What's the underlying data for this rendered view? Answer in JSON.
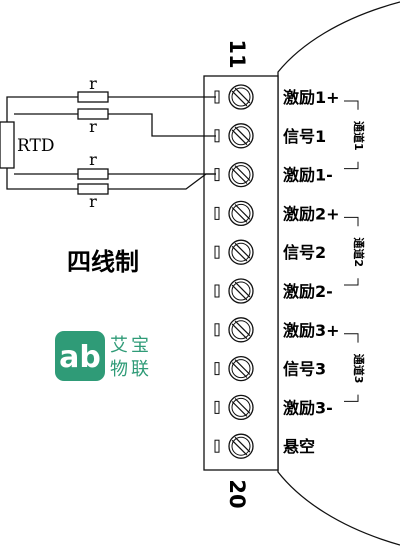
{
  "diagram": {
    "title": "四线制",
    "rtd_label": "RTD",
    "resistor_label": "r",
    "pin_top": "11",
    "pin_bottom": "20",
    "terminals": [
      {
        "label": "激励1+"
      },
      {
        "label": "信号1"
      },
      {
        "label": "激励1-"
      },
      {
        "label": "激励2+"
      },
      {
        "label": "信号2"
      },
      {
        "label": "激励2-"
      },
      {
        "label": "激励3+"
      },
      {
        "label": "信号3"
      },
      {
        "label": "激励3-"
      },
      {
        "label": "悬空"
      }
    ],
    "channels": [
      {
        "label": "通道1"
      },
      {
        "label": "通道2"
      },
      {
        "label": "通道3"
      }
    ],
    "logo": {
      "mark": "ab",
      "line1": "艾宝",
      "line2": "物联",
      "color": "#2f9b77"
    }
  }
}
